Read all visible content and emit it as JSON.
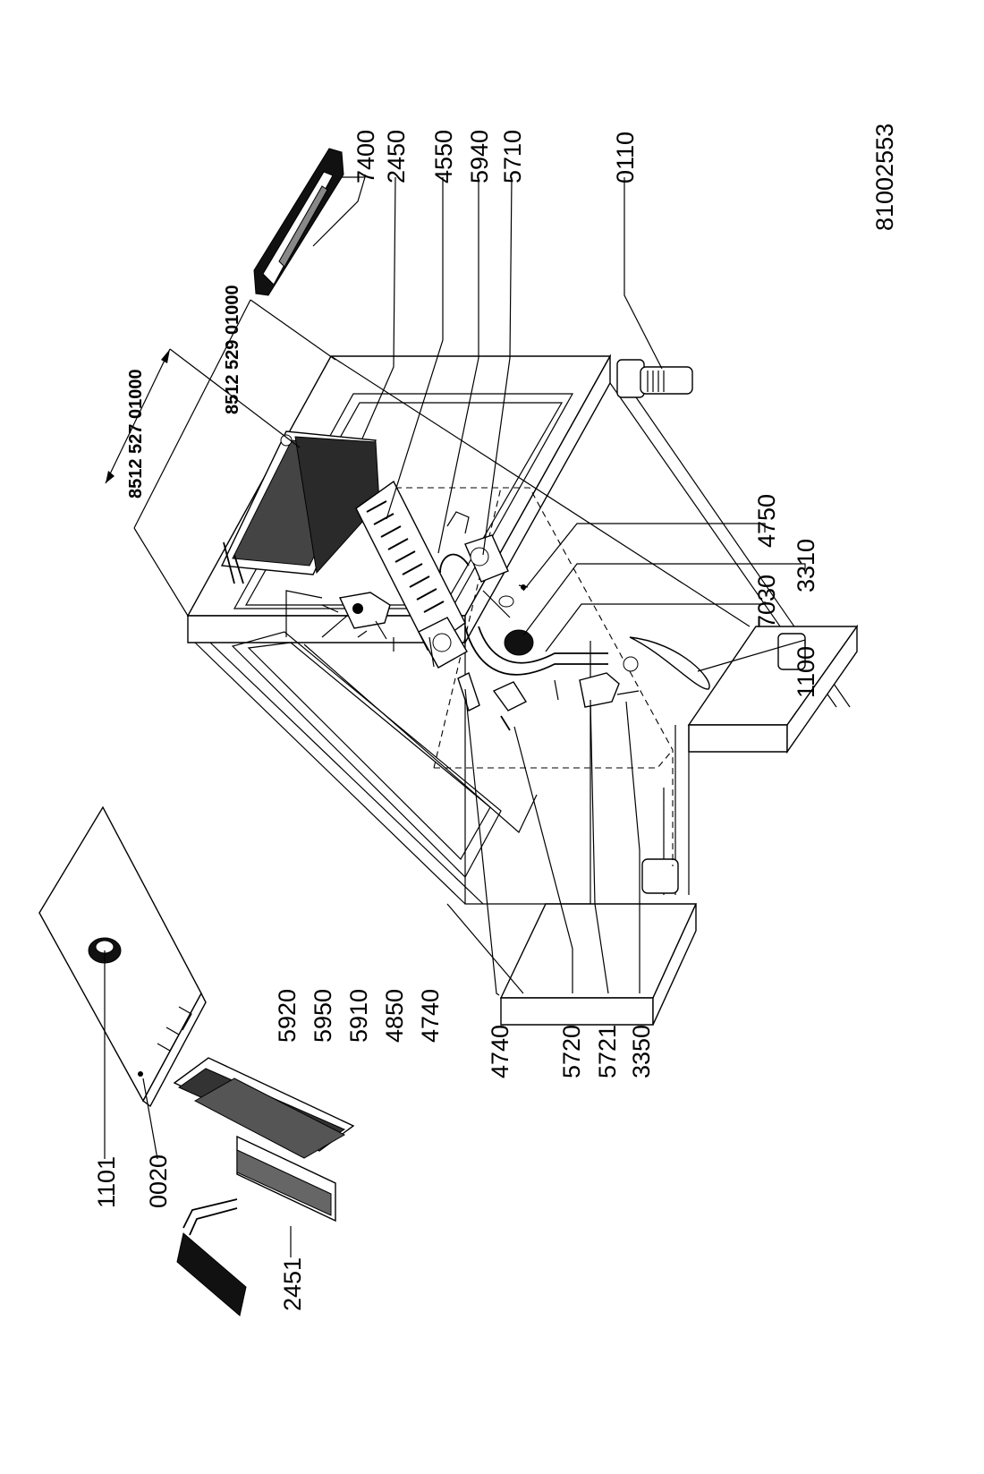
{
  "drawing_number": "81002553",
  "dimensions": {
    "outer": "8512 529 01000",
    "inner": "8512 527 01000"
  },
  "callouts": [
    {
      "id": "c7400",
      "label": "7400"
    },
    {
      "id": "c2450",
      "label": "2450"
    },
    {
      "id": "c4550",
      "label": "4550"
    },
    {
      "id": "c5940",
      "label": "5940"
    },
    {
      "id": "c5710",
      "label": "5710"
    },
    {
      "id": "c0110",
      "label": "0110"
    },
    {
      "id": "c4750",
      "label": "4750"
    },
    {
      "id": "c3310",
      "label": "3310"
    },
    {
      "id": "c7030",
      "label": "7030"
    },
    {
      "id": "c1100",
      "label": "1100"
    },
    {
      "id": "c5920",
      "label": "5920"
    },
    {
      "id": "c5950",
      "label": "5950"
    },
    {
      "id": "c5910",
      "label": "5910"
    },
    {
      "id": "c4850",
      "label": "4850"
    },
    {
      "id": "c4740a",
      "label": "4740"
    },
    {
      "id": "c4740b",
      "label": "4740"
    },
    {
      "id": "c5720",
      "label": "5720"
    },
    {
      "id": "c5721",
      "label": "5721"
    },
    {
      "id": "c3350",
      "label": "3350"
    },
    {
      "id": "c1101",
      "label": "1101"
    },
    {
      "id": "c0020",
      "label": "0020"
    },
    {
      "id": "c2451",
      "label": "2451"
    }
  ]
}
